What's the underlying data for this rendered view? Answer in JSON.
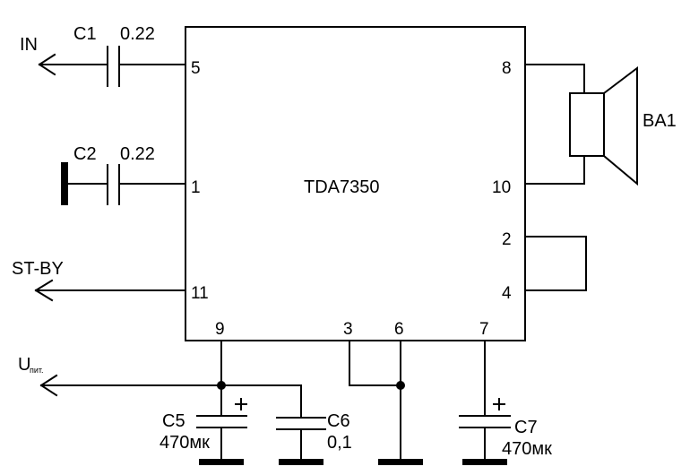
{
  "chip": {
    "name": "TDA7350"
  },
  "pins": {
    "p5": "5",
    "p1": "1",
    "p11": "11",
    "p9": "9",
    "p3": "3",
    "p6": "6",
    "p7": "7",
    "p8": "8",
    "p10": "10",
    "p2": "2",
    "p4": "4"
  },
  "signals": {
    "in": "IN",
    "standby": "ST-BY",
    "supply_main": "U",
    "supply_sub": "пит."
  },
  "components": {
    "c1": {
      "ref": "C1",
      "value": "0.22"
    },
    "c2": {
      "ref": "C2",
      "value": "0.22"
    },
    "c5": {
      "ref": "C5",
      "value": "470мк",
      "polarity": "+"
    },
    "c6": {
      "ref": "C6",
      "value": "0,1"
    },
    "c7": {
      "ref": "C7",
      "value": "470мк",
      "polarity": "+"
    },
    "speaker": {
      "ref": "BA1"
    }
  }
}
